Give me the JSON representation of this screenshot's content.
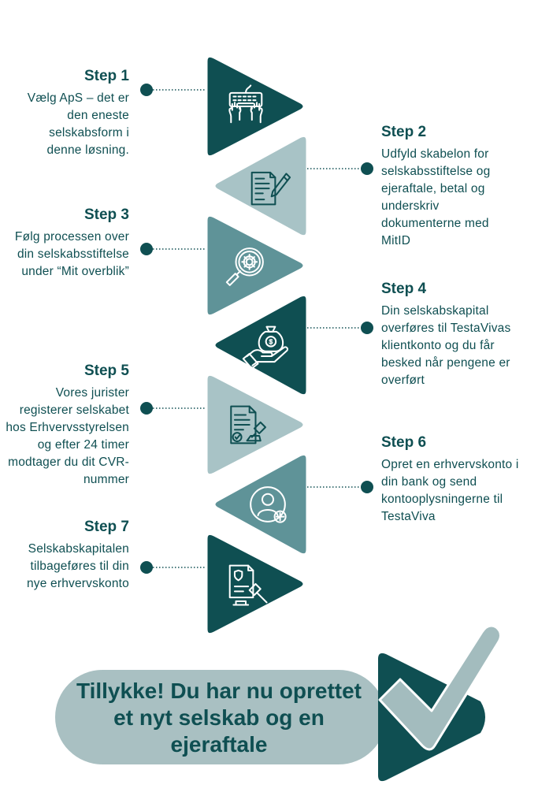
{
  "colors": {
    "dark": "#0f4f52",
    "mid": "#5f9398",
    "light": "#a8c3c6",
    "pill": "#a9c0c2",
    "check": "#a3bcbe",
    "text": "#0f4f52"
  },
  "steps": [
    {
      "title": "Step 1",
      "text": "Vælg ApS – det er den eneste selskabsform i denne løsning.",
      "lines": [
        "Vælg ApS – det er",
        "den eneste",
        "selskabsform i",
        "denne løsning."
      ],
      "icon": "keyboard-hands-icon",
      "side": "left",
      "shade": "dark"
    },
    {
      "title": "Step 2",
      "text": "Udfyld skabelon for selskabsstiftelse og ejeraftale, betal og underskriv dokumenterne med MitID",
      "lines": [
        "Udfyld skabelon for",
        "selskabsstiftelse og",
        "ejeraftale, betal og",
        "underskriv",
        "dokumenterne med",
        "MitID"
      ],
      "icon": "document-pen-icon",
      "side": "right",
      "shade": "light"
    },
    {
      "title": "Step 3",
      "text": "Følg processen over din selskabsstiftelse under “Mit overblik”",
      "lines": [
        "Følg processen over",
        "din selskabsstiftelse",
        "under “Mit overblik”"
      ],
      "icon": "magnifier-gear-icon",
      "side": "left",
      "shade": "mid"
    },
    {
      "title": "Step 4",
      "text": "Din selskabskapital overføres til TestaVivas klientkonto og du får besked når pengene er overført",
      "lines": [
        "Din selskabskapital",
        "overføres til TestaVivas",
        "klientkonto og du får",
        "besked når pengene er",
        "overført"
      ],
      "icon": "money-bag-hand-icon",
      "side": "right",
      "shade": "dark"
    },
    {
      "title": "Step 5",
      "text": "Vores jurister registerer selskabet hos Erhvervsstyrelsen og efter 24 timer modtager du dit CVR-nummer",
      "lines": [
        "Vores jurister",
        "registerer selskabet",
        "hos Erhvervsstyrelsen",
        "og efter 24 timer",
        "modtager du dit CVR-",
        "nummer"
      ],
      "icon": "stamped-document-icon",
      "side": "left",
      "shade": "light"
    },
    {
      "title": "Step 6",
      "text": "Opret en erhvervskonto i din bank og send kontooplysningerne til TestaViva",
      "lines": [
        "Opret en erhvervskonto i",
        "din bank og send",
        "kontooplysningerne til",
        "TestaViva"
      ],
      "icon": "add-user-icon",
      "side": "right",
      "shade": "mid"
    },
    {
      "title": "Step 7",
      "text": "Selskabskapitalen tilbageføres til din nye erhvervskonto",
      "lines": [
        "Selskabskapitalen",
        "tilbageføres til din",
        "nye erhvervskonto"
      ],
      "icon": "legal-document-gavel-icon",
      "side": "left",
      "shade": "dark"
    }
  ],
  "final": {
    "lines": [
      "Tillykke! Du har nu oprettet",
      "et nyt selskab og en",
      "ejeraftale"
    ],
    "icon": "checkmark-icon"
  }
}
